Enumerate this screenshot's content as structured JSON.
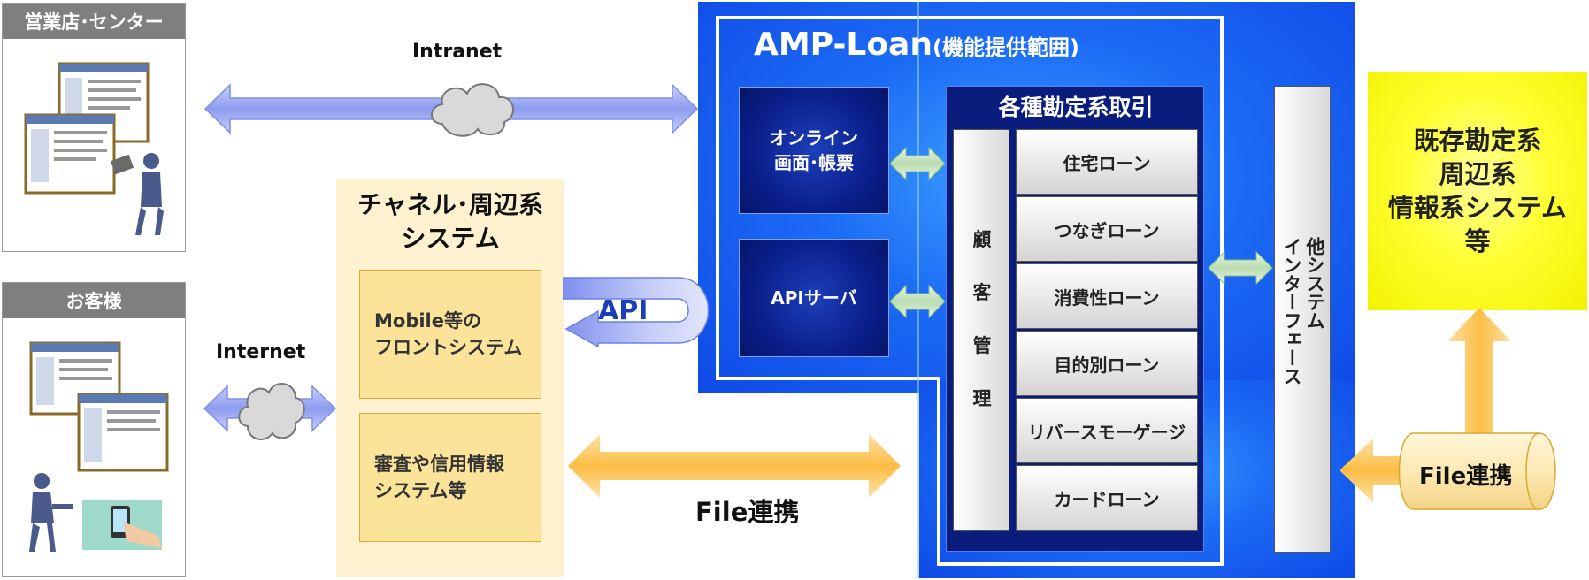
{
  "branch": {
    "title": "営業店･センター"
  },
  "customer": {
    "title": "お客様"
  },
  "network": {
    "intranet": "Intranet",
    "internet": "Internet"
  },
  "channel": {
    "title_line1": "チャネル･周辺系",
    "title_line2": "システム",
    "box1_line1": "Mobile等の",
    "box1_line2": "フロントシステム",
    "box2_line1": "審査や信用情報",
    "box2_line2": "システム等"
  },
  "api_label": "API",
  "file_link_label": "File連携",
  "amp": {
    "title": "AMP-Loan",
    "subtitle": "(機能提供範囲)",
    "online_line1": "オンライン",
    "online_line2": "画面･帳票",
    "api_server": "APIサーバ",
    "accounting_title": "各種勘定系取引",
    "customer_mgmt": [
      "顧",
      "客",
      "管",
      "理"
    ],
    "loans": [
      "住宅ローン",
      "つなぎローン",
      "消費性ローン",
      "目的別ローン",
      "リバースモーゲージ",
      "カードローン"
    ],
    "other_if_line1": "他システム",
    "other_if_line2": "インターフェース"
  },
  "existing": {
    "line1": "既存勘定系",
    "line2": "周辺系",
    "line3": "情報系システム",
    "line4": "等"
  },
  "file_cylinder_label": "File連携",
  "colors": {
    "amp_blue": "#1c6cf5",
    "navy": "#0a1c7c",
    "channel_bg": "#fdf1cf",
    "yellow": "#ffff33",
    "arrow_orange": "#fcc451",
    "arrow_blue": "#9aa8f0"
  }
}
